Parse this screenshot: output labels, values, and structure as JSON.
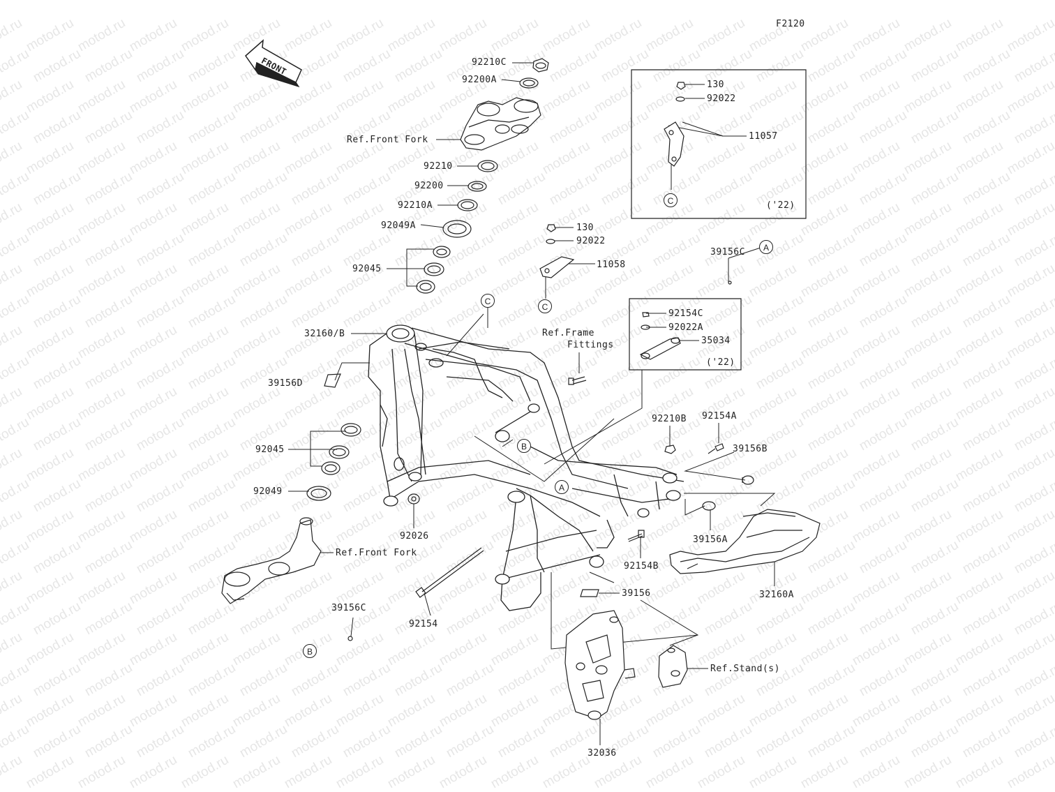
{
  "diagram_code": "F2120",
  "front_label": "FRONT",
  "watermark": "motod.ru",
  "parts": {
    "p92210C": "92210C",
    "p92200A": "92200A",
    "ref_front_fork_top": "Ref.Front Fork",
    "p92210": "92210",
    "p92200": "92200",
    "p92210A": "92210A",
    "p92049A": "92049A",
    "p92045_top": "92045",
    "p32160B": "32160/B",
    "p39156D": "39156D",
    "p92045_bottom": "92045",
    "p92049": "92049",
    "ref_front_fork_bottom": "Ref.Front Fork",
    "p92026": "92026",
    "p39156C_bottom": "39156C",
    "p92154": "92154",
    "p130_mid": "130",
    "p92022_mid": "92022",
    "p11058": "11058",
    "ref_frame_fittings_1": "Ref.Frame",
    "ref_frame_fittings_2": "Fittings",
    "p130_box": "130",
    "p92022_box": "92022",
    "p11057": "11057",
    "year_box1": "('22)",
    "p39156C_top": "39156C",
    "p92154C": "92154C",
    "p92022A": "92022A",
    "p35034": "35034",
    "year_box2": "('22)",
    "p92210B": "92210B",
    "p92154A": "92154A",
    "p39156B": "39156B",
    "p39156A": "39156A",
    "p92154B": "92154B",
    "p32160A": "32160A",
    "p39156": "39156",
    "ref_stands": "Ref.Stand(s)",
    "p32036": "32036"
  },
  "callouts": {
    "c_top_c": "C",
    "c_box1_c": "C",
    "c_mid_c": "C",
    "c_a_top": "A",
    "c_b_frame": "B",
    "c_a_frame": "A",
    "c_b_bottom": "B"
  }
}
